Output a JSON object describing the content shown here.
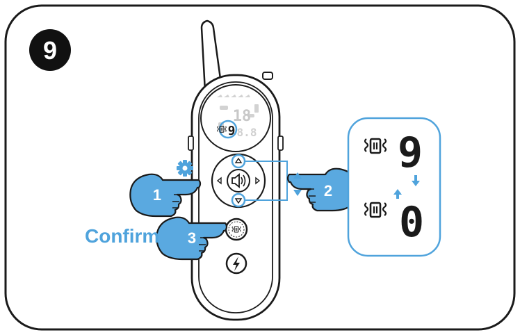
{
  "step_badge": "9",
  "remote": {
    "lcd_small_number": "18",
    "lcd_level": "9",
    "icons": [
      "settings-gear-icon",
      "vibration-icon",
      "speaker-icon",
      "lightning-icon"
    ]
  },
  "hands": [
    {
      "number": "1"
    },
    {
      "number": "2"
    },
    {
      "number": "3"
    }
  ],
  "confirm_label": "Confirm",
  "zoom_panel": {
    "top_value": "9",
    "bottom_value": "0"
  },
  "colors": {
    "accent_blue": "#4fa3dc",
    "hand_fill": "#5aa9e0",
    "outline": "#1a1a1a"
  }
}
